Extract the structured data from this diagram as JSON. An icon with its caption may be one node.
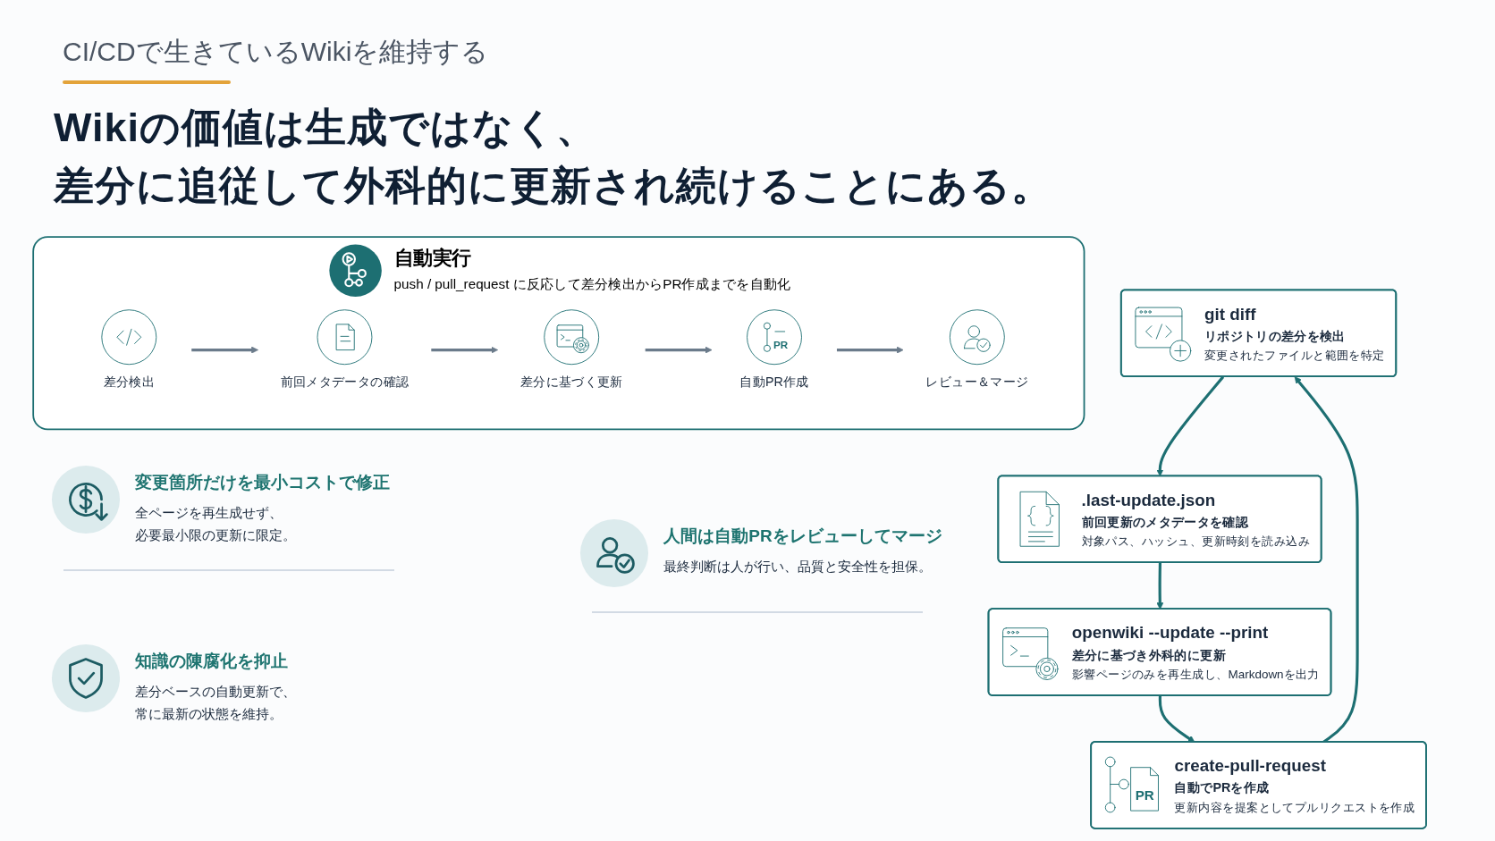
{
  "diagram": {
    "title": "CI/CDで生きているWikiを維持する",
    "nodes": [
      {
        "text": [
          "git diff",
          "リポジトリの差分を検出",
          "変更されたファイルと範囲を特定"
        ]
      },
      {
        "text": [
          ".last-update.json",
          "前回更新のメタデータを確認",
          "対象パス、ハッシュ、更新時刻を読み込み"
        ]
      },
      {
        "text": [
          "create-pull-request",
          "自動でPRを作成",
          "更新内容を提案としてプルリクエストを作成"
        ]
      },
      {
        "text": [
          "openwiki --update --print",
          "差分に基づき外科的に更新",
          "影響ページのみを再生成し、Markdownを出力"
        ]
      },
      {
        "text": [
          "自動実行",
          "push / pull_request に反応して差分検出からPR作成までを自動化"
        ]
      },
      {
        "text": [
          "差分検出"
        ],
        "in": 4
      },
      {
        "text": [
          "前回メタデータの確認"
        ],
        "in": 4
      },
      {
        "text": [
          "差分に基づく更新"
        ],
        "in": 4
      },
      {
        "text": [
          "自動PR作成"
        ],
        "in": 4
      },
      {
        "text": [
          "レビュー＆マージ"
        ],
        "in": 4
      }
    ],
    "edges": [
      {
        "from": 0,
        "to": 1,
        "arrow": "to"
      },
      {
        "from": 1,
        "to": 3,
        "arrow": "to"
      },
      {
        "from": 3,
        "to": 2,
        "arrow": "to"
      },
      {
        "from": 2,
        "to": 0,
        "arrow": "to"
      },
      {
        "from": 5,
        "to": 6,
        "arrow": "to",
        "color": "#6b7b8b"
      },
      {
        "from": 6,
        "to": 7,
        "arrow": "to",
        "color": "#6b7b8b"
      },
      {
        "from": 7,
        "to": 8,
        "arrow": "to",
        "color": "#6b7b8b"
      },
      {
        "from": 8,
        "to": 9,
        "arrow": "to",
        "color": "#6b7b8b"
      }
    ],
    "labels": [
      "Wikiの価値は生成ではなく、差分に追従して外科的に更新され続けることにある。",
      "変更箇所だけを最小コストで修正",
      "全ページを再生成せず、必要最小限の更新に限定。",
      "人間は自動PRをレビューしてマージ",
      "最終判断は人が行い、品質と安全性を担保。",
      "知識の陳腐化を抑止",
      "差分ベースの自動更新で、常に最新の状態を維持。",
      "PR",
      "PR"
    ]
  }
}
